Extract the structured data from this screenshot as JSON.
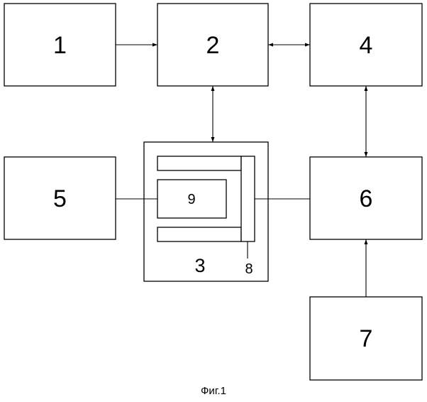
{
  "blocks": {
    "b1": "1",
    "b2": "2",
    "b3": "3",
    "b4": "4",
    "b5": "5",
    "b6": "6",
    "b7": "7",
    "b8": "8",
    "b9": "9"
  },
  "caption": "Фиг.1"
}
